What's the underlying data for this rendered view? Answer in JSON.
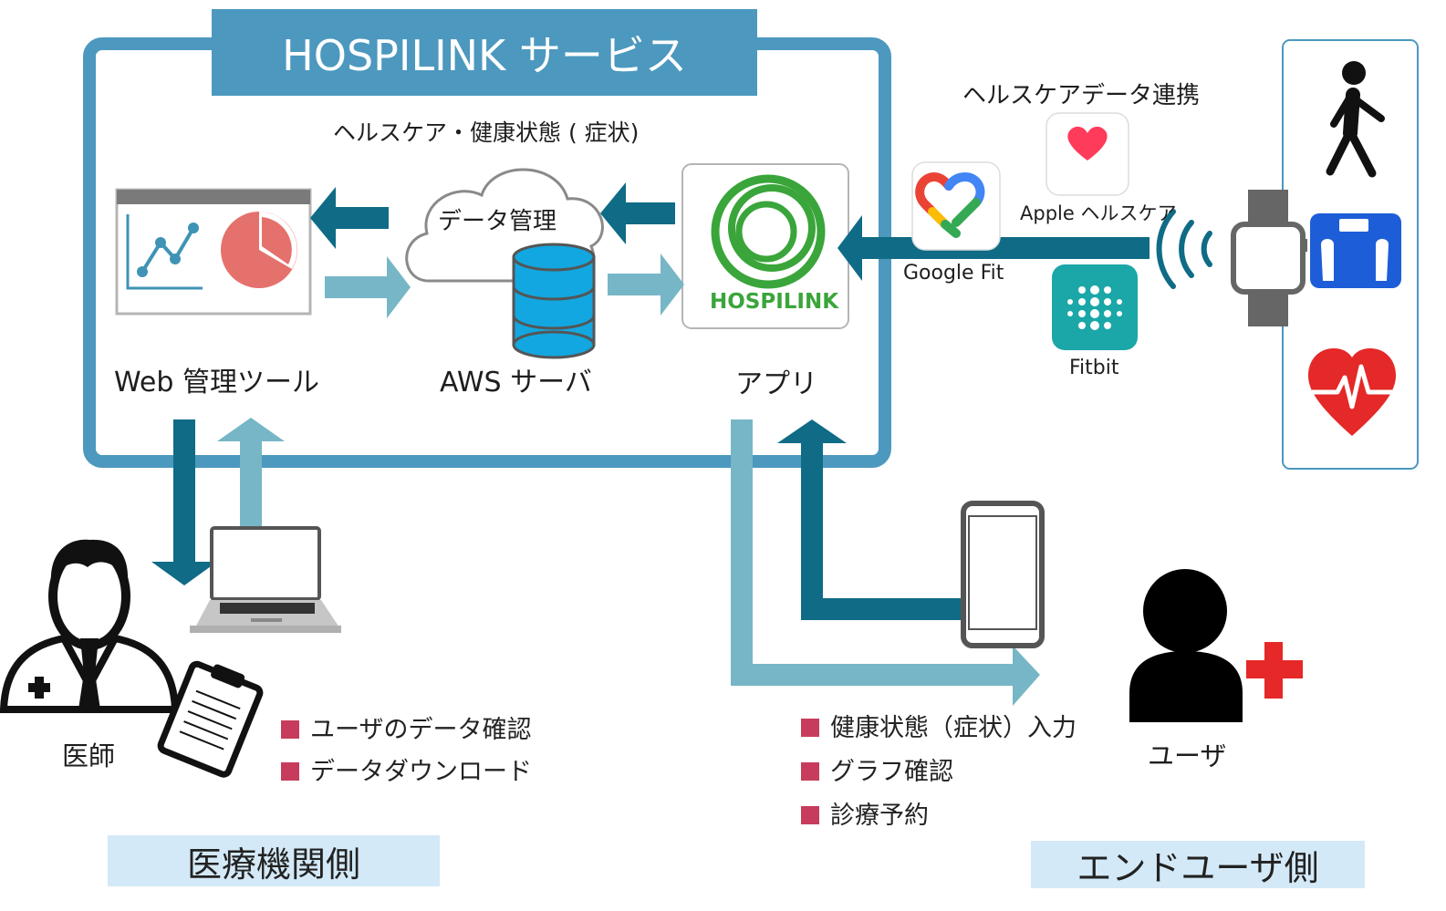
{
  "title": "HOSPILINK サービス",
  "flow_label": "ヘルスケア・健康状態 ( 症状)",
  "cloud_label": "データ管理",
  "nodes": {
    "web_tool": "Web 管理ツール",
    "aws": "AWS サーバ",
    "app": "アプリ",
    "app_logo": "HOSPILINK"
  },
  "integration": {
    "title": "ヘルスケアデータ連携",
    "apple": "Apple ヘルスケア",
    "google": "Google Fit",
    "fitbit": "Fitbit"
  },
  "doctor": {
    "label": "医師",
    "tasks": [
      "ユーザのデータ確認",
      "データダウンロード"
    ]
  },
  "user": {
    "label": "ユーザ",
    "tasks": [
      "健康状態（症状）入力",
      "グラフ確認",
      "診療予約"
    ]
  },
  "sides": {
    "medical": "医療機関側",
    "enduser": "エンドユーザ側"
  },
  "colors": {
    "frame": "#4c98bf",
    "arrow_dark": "#0f6b86",
    "arrow_light": "#76b6c6",
    "bullet": "#c73c5c",
    "logo_green": "#3aa53a"
  }
}
